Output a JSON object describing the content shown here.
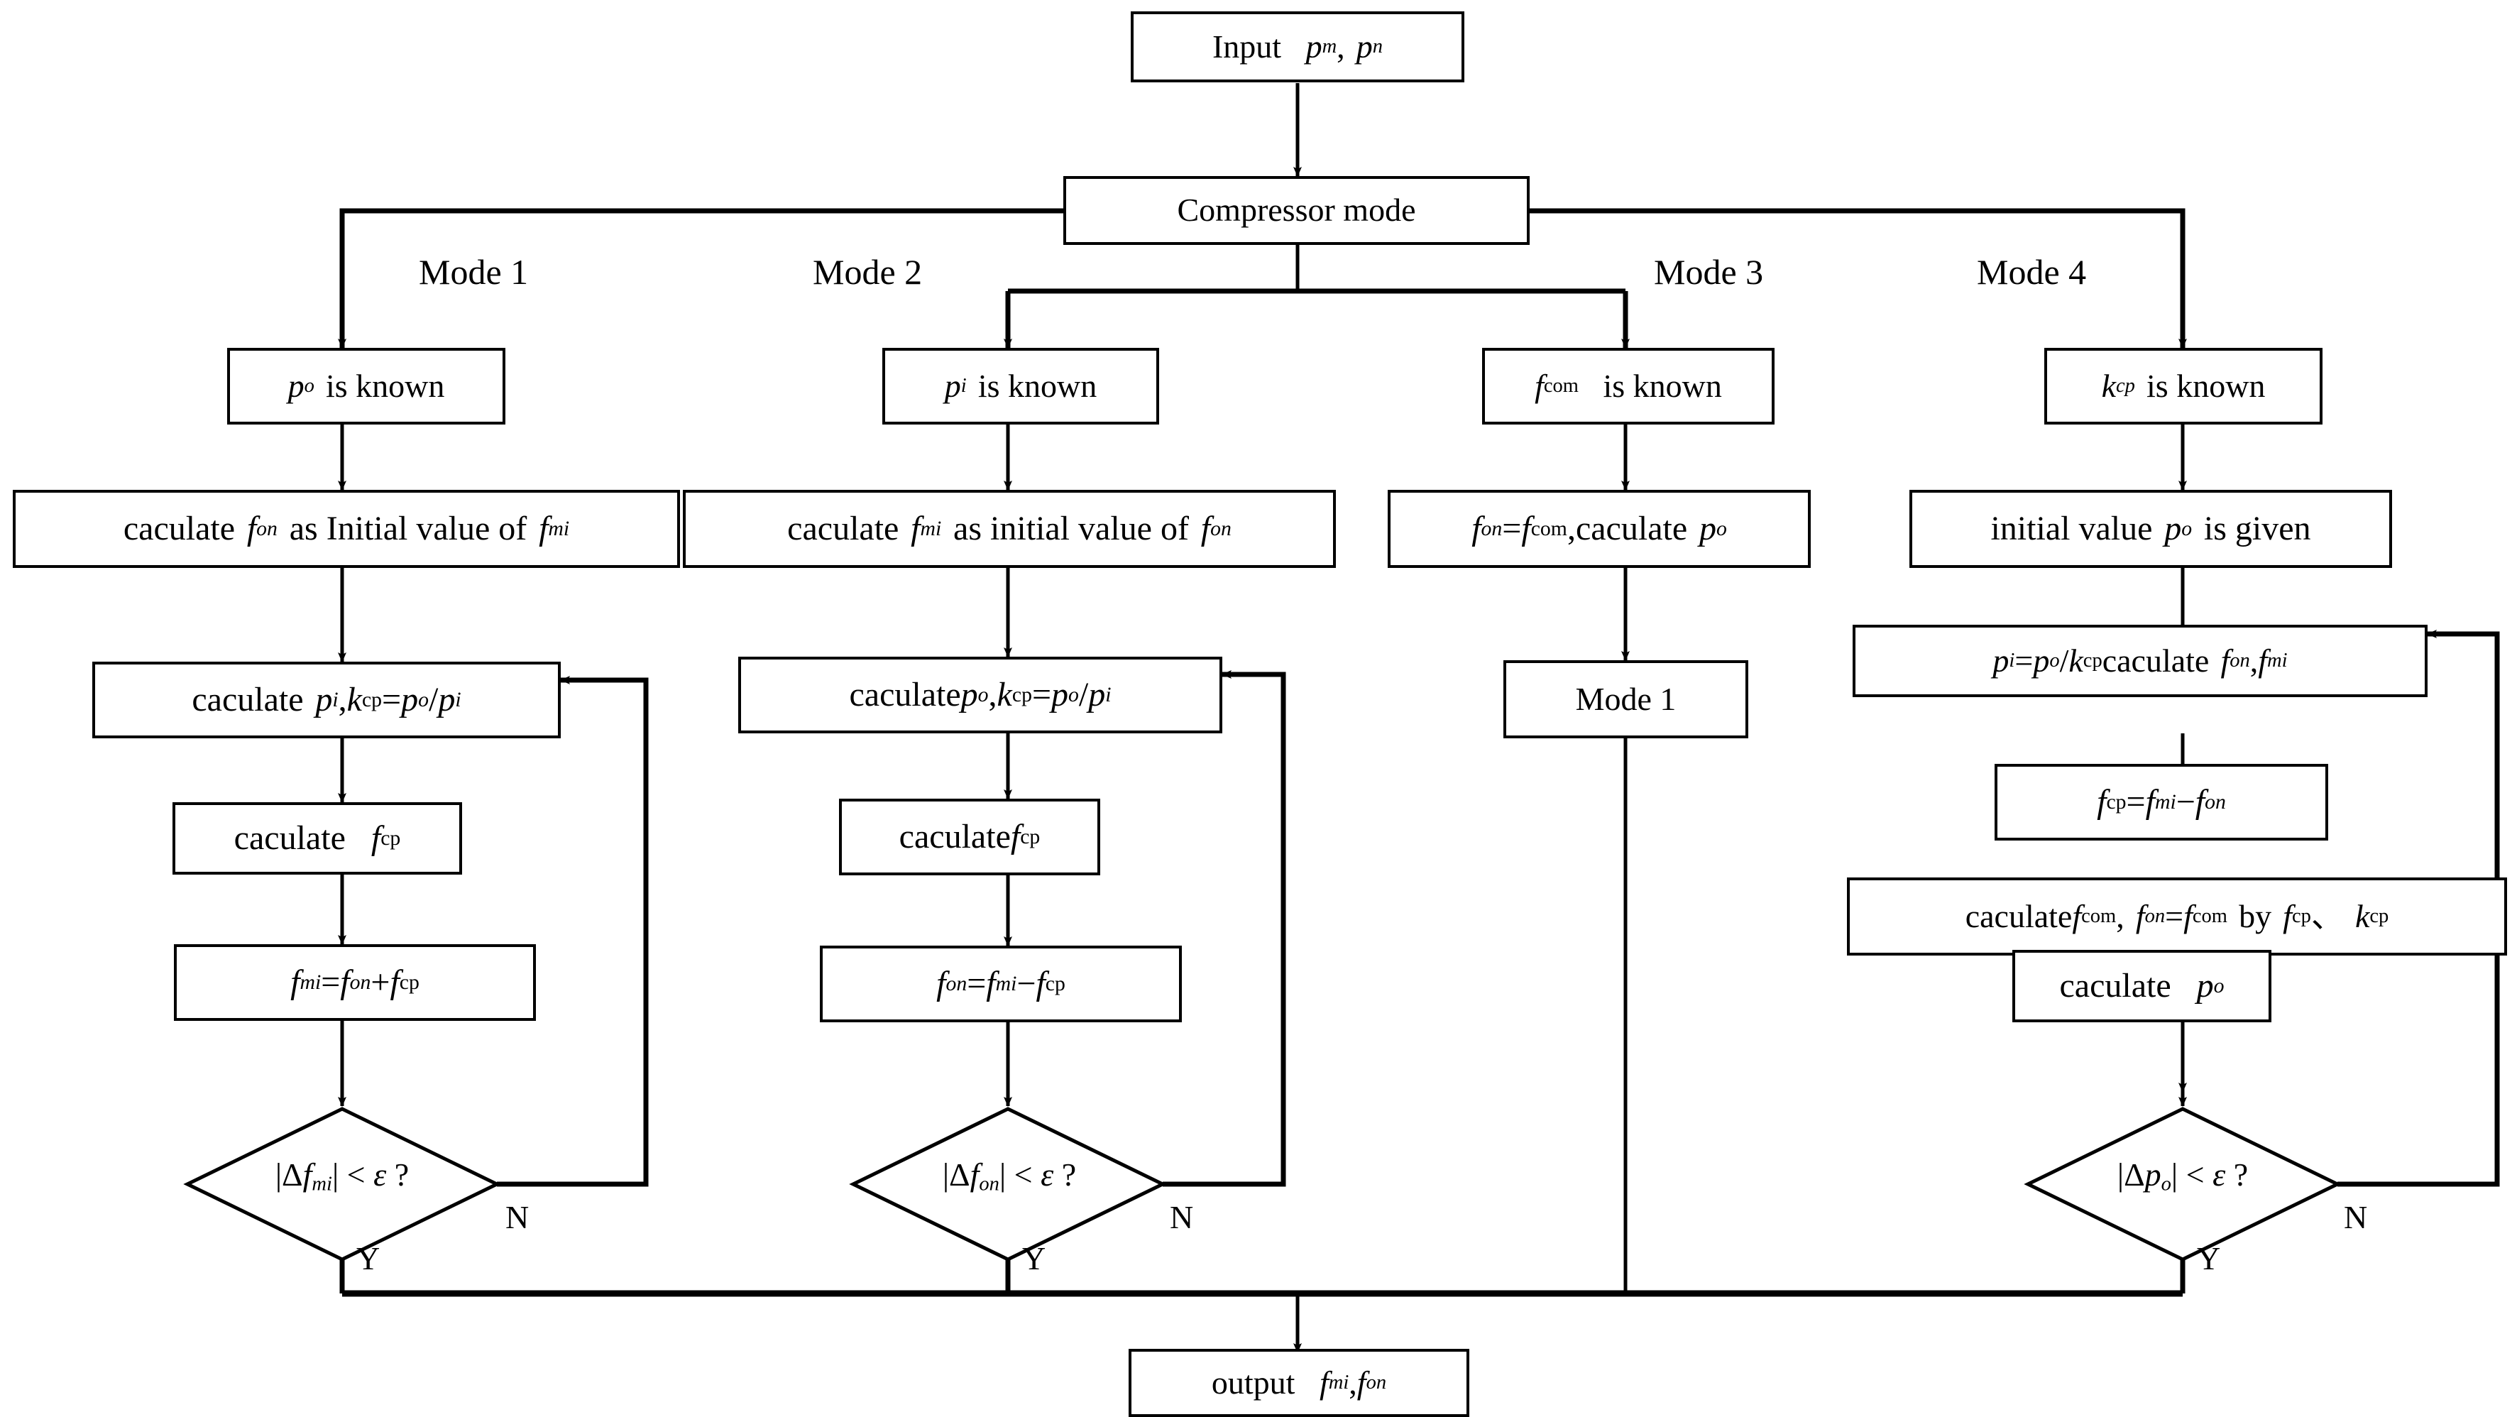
{
  "diagram": {
    "title": "Compressor mode selection flowchart",
    "stroke_color": "#000000",
    "background_color": "#ffffff"
  },
  "nodes": {
    "input": {
      "label": "Input",
      "vars": "p_m , p_n",
      "type": "terminator"
    },
    "compressor_mode": {
      "label": "Compressor mode",
      "type": "process"
    },
    "mode1": {
      "branch_label": "Mode 1",
      "known": "p_o is known",
      "init": "caculate f_on as Initial value of f_mi",
      "calc_p": "caculate p_i , k_cp = p_o / p_i",
      "calc_fcp": "caculate f_cp",
      "update": "f_mi = f_on + f_cp",
      "decision": "|Δf_mi| < ε ?",
      "yes_label": "Y",
      "no_label": "N"
    },
    "mode2": {
      "branch_label": "Mode 2",
      "known": "p_i is known",
      "init": "caculate f_mi as initial value of f_on",
      "calc_p": "caculate p_o , k_cp = p_o / p_i",
      "calc_fcp": "caculate f_cp",
      "update": "f_on = f_mi − f_cp",
      "decision": "|Δf_on| < ε ?",
      "yes_label": "Y",
      "no_label": "N"
    },
    "mode3": {
      "branch_label": "Mode 3",
      "known": "f_com is known",
      "assign": "f_on = f_com , caculate p_o",
      "goto": "Mode 1"
    },
    "mode4": {
      "branch_label": "Mode 4",
      "known": "k_cp is known",
      "init": "initial value p_o is given",
      "calc_p": "p_i = p_o / k_cp caculate f_on , f_mi",
      "calc_fcp": "f_cp = f_mi − f_on",
      "calc_fcom": "caculate f_com , f_on = f_com by f_cp 、 k_cp",
      "calc_po": "caculate p_o",
      "decision": "|Δp_o| < ε ?",
      "yes_label": "Y",
      "no_label": "N"
    },
    "output": {
      "label": "output",
      "vars": "f_mi , f_on",
      "type": "terminator"
    }
  }
}
